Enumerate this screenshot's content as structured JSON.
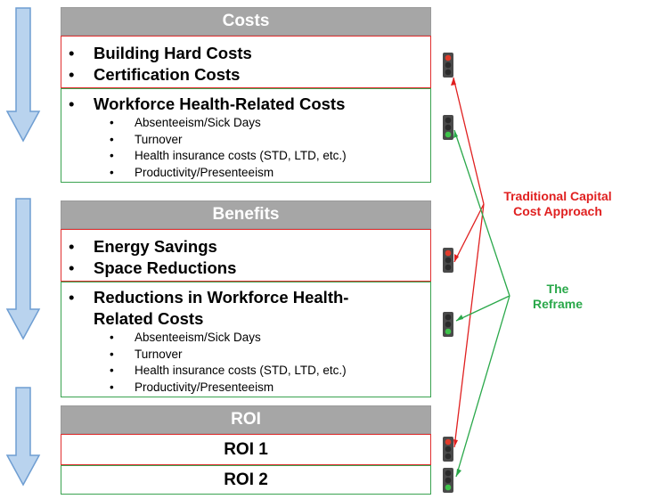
{
  "sections": {
    "costs": {
      "header": "Costs",
      "hard": [
        "Building Hard Costs",
        "Certification Costs"
      ],
      "health_title": "Workforce Health-Related Costs",
      "health_items": [
        "Absenteeism/Sick Days",
        "Turnover",
        "Health insurance costs (STD, LTD, etc.)",
        "Productivity/Presenteeism"
      ]
    },
    "benefits": {
      "header": "Benefits",
      "hard": [
        "Energy Savings",
        "Space Reductions"
      ],
      "health_title_line1": "Reductions in Workforce Health-",
      "health_title_line2": "Related Costs",
      "health_items": [
        "Absenteeism/Sick Days",
        "Turnover",
        "Health insurance costs (STD, LTD, etc.)",
        "Productivity/Presenteeism"
      ]
    },
    "roi": {
      "header": "ROI",
      "roi1": "ROI 1",
      "roi2": "ROI 2"
    }
  },
  "labels": {
    "traditional_line1": "Traditional Capital",
    "traditional_line2": "Cost Approach",
    "reframe_line1": "The",
    "reframe_line2": "Reframe"
  },
  "colors": {
    "traditional": "#e02020",
    "reframe": "#2aa84a",
    "header_bg": "#a6a6a6",
    "arrow_fill": "#b9d3ee"
  }
}
